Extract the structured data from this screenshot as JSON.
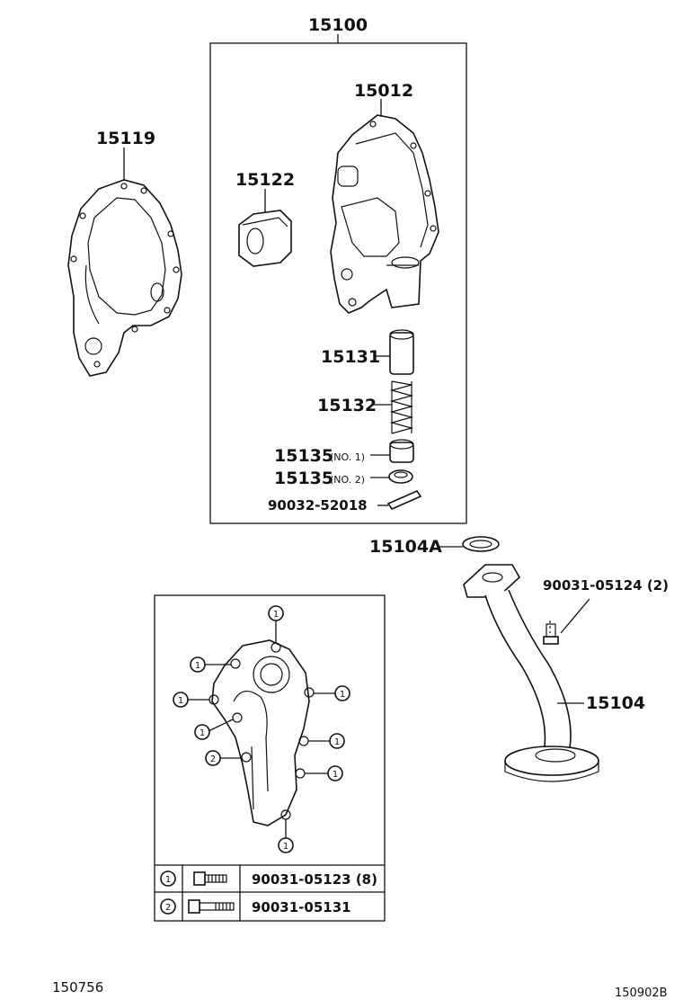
{
  "labels": {
    "assembly": "15100",
    "pump_body": "15012",
    "gasket": "15119",
    "rotor": "15122",
    "relief_valve": "15131",
    "spring": "15132",
    "retainer": "15135",
    "retainer_no1": "(NO. 1)",
    "retainer_no2": "(NO. 2)",
    "pin": "90032-52018",
    "strainer_gasket": "15104A",
    "strainer_bolt": "90031-05124 (2)",
    "strainer": "15104"
  },
  "bolt_legend": {
    "row1": {
      "key": "1",
      "part": "90031-05123 (8)"
    },
    "row2": {
      "key": "2",
      "part": "90031-05131"
    }
  },
  "callouts": {
    "one": "1",
    "two": "2"
  },
  "footer": {
    "left": "150756",
    "right": "150902B"
  }
}
